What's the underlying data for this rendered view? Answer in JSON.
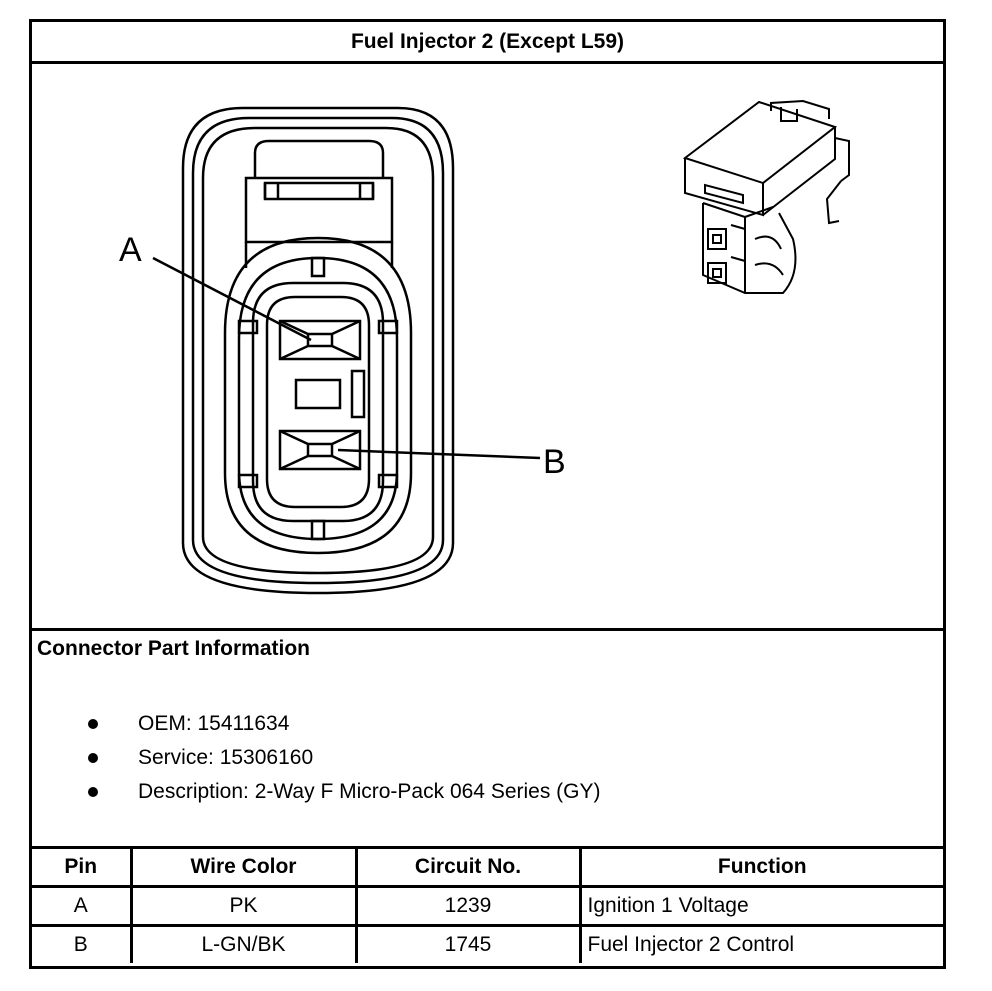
{
  "title": "Fuel Injector 2 (Except L59)",
  "diagram": {
    "label_a": "A",
    "label_b": "B"
  },
  "connector_info": {
    "heading": "Connector Part Information",
    "items": [
      "OEM: 15411634",
      "Service: 15306160",
      "Description: 2-Way F Micro-Pack 064 Series (GY)"
    ]
  },
  "pin_table": {
    "headers": [
      "Pin",
      "Wire Color",
      "Circuit No.",
      "Function"
    ],
    "rows": [
      [
        "A",
        "PK",
        "1239",
        "Ignition 1 Voltage"
      ],
      [
        "B",
        "L-GN/BK",
        "1745",
        "Fuel Injector 2 Control"
      ]
    ]
  }
}
